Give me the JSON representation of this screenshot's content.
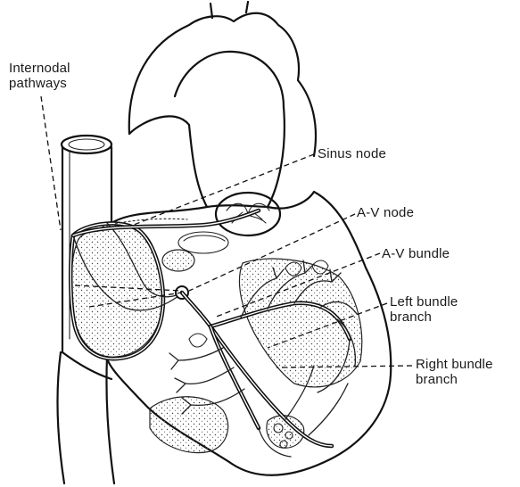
{
  "labels": {
    "internodal_pathways": "Internodal\npathways",
    "sinus_node": "Sinus node",
    "av_node": "A-V node",
    "av_bundle": "A-V bundle",
    "left_bundle_branch": "Left bundle\nbranch",
    "right_bundle_branch": "Right bundle\nbranch"
  }
}
